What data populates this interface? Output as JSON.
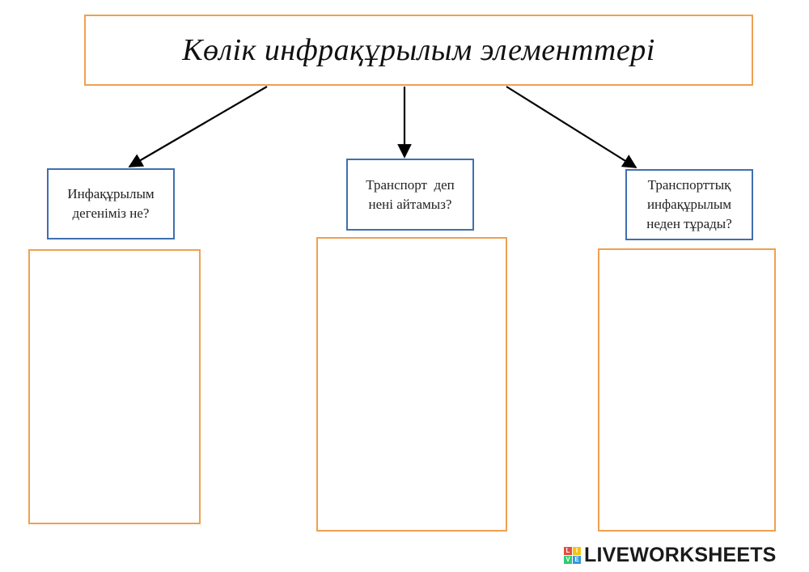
{
  "title": "Көлік инфрақұрылым элементтері",
  "questions": [
    {
      "text": "Инфақұрылым дегеніміз не?"
    },
    {
      "text": "Транспорт  деп нені айтамыз?"
    },
    {
      "text": "Транспорттық инфақұрылым неден тұрады?"
    }
  ],
  "colors": {
    "title_border": "#f0a050",
    "question_border": "#3f6fb0",
    "answer_border": "#f0a050",
    "arrow": "#000000"
  },
  "logo": {
    "text": "LIVEWORKSHEETS",
    "mark_letters": [
      "L",
      "I",
      "V",
      "E"
    ]
  }
}
